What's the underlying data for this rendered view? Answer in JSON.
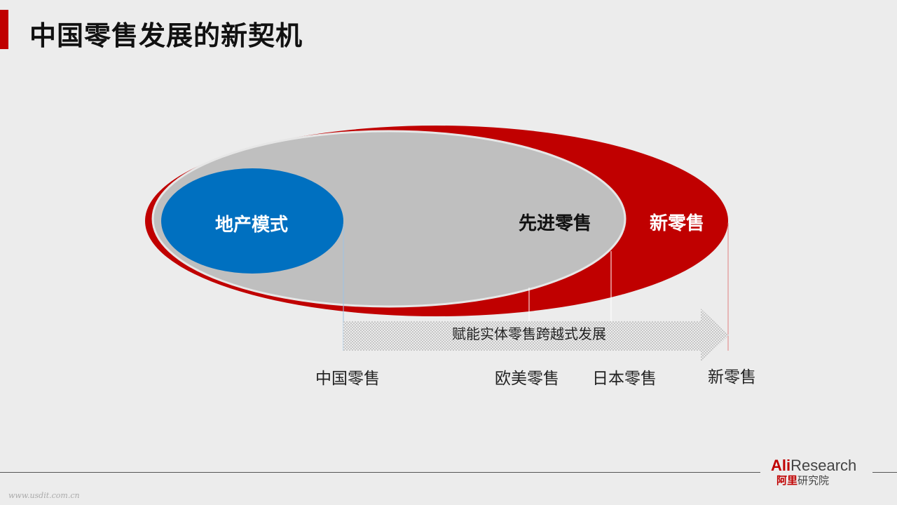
{
  "title": "中国零售发展的新契机",
  "colors": {
    "accent_red": "#c00000",
    "blue": "#0070c0",
    "gray_oval": "#bfbfbf"
  },
  "ovals": {
    "property_mode": "地产模式",
    "advanced_retail": "先进零售",
    "new_retail": "新零售"
  },
  "arrow_text": "赋能实体零售跨越式发展",
  "timeline": [
    "中国零售",
    "欧美零售",
    "日本零售",
    "新零售"
  ],
  "logo": {
    "ali": "Ali",
    "research": "Research",
    "cn_red": "阿里",
    "cn_gray": "研究院"
  },
  "watermark": "www.usdit.com.cn"
}
